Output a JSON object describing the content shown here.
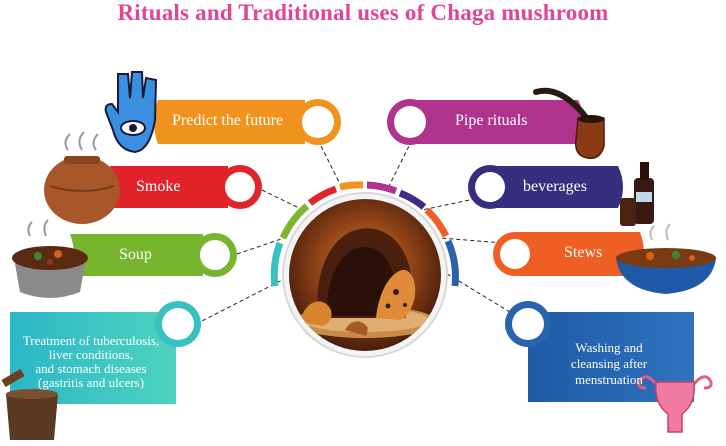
{
  "title": "Rituals and Traditional uses of Chaga mushroom",
  "colors": {
    "title": "#e04597",
    "predict_the_future": "#f0931e",
    "pipe_rituals": "#b0338e",
    "smoke": "#e1242a",
    "beverages": "#362f80",
    "soup": "#78b52e",
    "stews": "#ef5e22",
    "treatment": "#38c1c0",
    "washing": "#2864ae"
  },
  "items": {
    "predict": {
      "label": "Predict the future",
      "icon": "hamsa-hand-eye-icon"
    },
    "pipe": {
      "label": "Pipe rituals",
      "icon": "tobacco-pipe-icon"
    },
    "smoke": {
      "label": "Smoke",
      "icon": "steaming-clay-pot-icon"
    },
    "beverages": {
      "label": "beverages",
      "icon": "bottle-and-cup-icon"
    },
    "soup": {
      "label": "Soup",
      "icon": "soup-pot-icon"
    },
    "stews": {
      "label": "Stews",
      "icon": "stew-bowl-icon"
    },
    "treatment": {
      "lines": [
        "Treatment of tuberculosis,",
        "liver conditions,",
        "and stomach diseases",
        "(gastritis and ulcers)"
      ],
      "icon": "mortar-and-pestle-icon"
    },
    "washing": {
      "lines": [
        "Washing and",
        "cleansing after",
        "menstruation"
      ],
      "icon": "uterus-icon"
    }
  },
  "center": {
    "image": "chaga-mushroom-photo"
  }
}
